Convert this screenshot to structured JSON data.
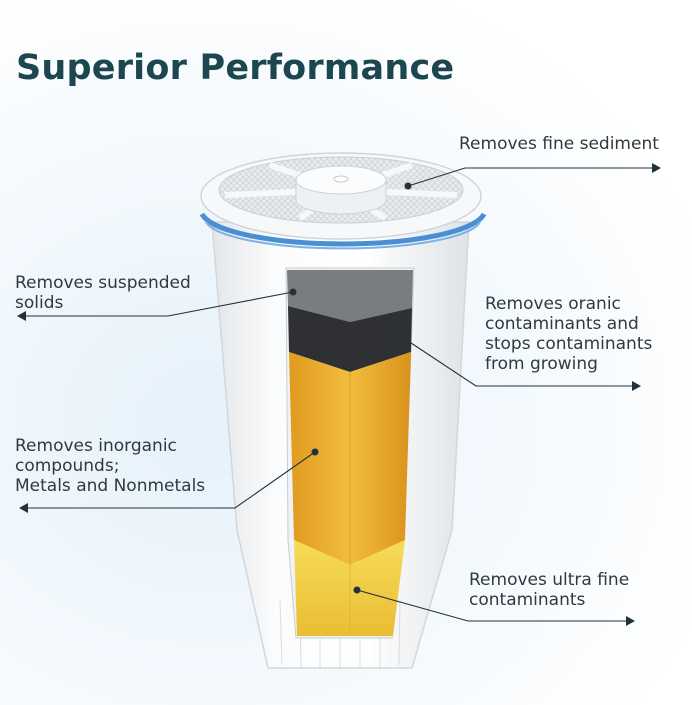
{
  "title": "Superior Performance",
  "callouts": {
    "fine_sediment": "Removes fine sediment",
    "suspended_solids": "Removes suspended\nsolids",
    "organic": "Removes oranic\ncontaminants and\nstops contaminants\nfrom growing",
    "inorganic": "Removes inorganic\ncompounds;\nMetals and Nonmetals",
    "ultra_fine": "Removes ultra fine\ncontaminants"
  },
  "colors": {
    "title": "#1c4650",
    "seal_ring": "#4a8fd4",
    "sediment_layer": "#7a7d80",
    "carbon_layer": "#2e3033",
    "resin_layer": "#eab132",
    "fine_layer": "#f5d44c",
    "leader_line": "#22313a"
  }
}
